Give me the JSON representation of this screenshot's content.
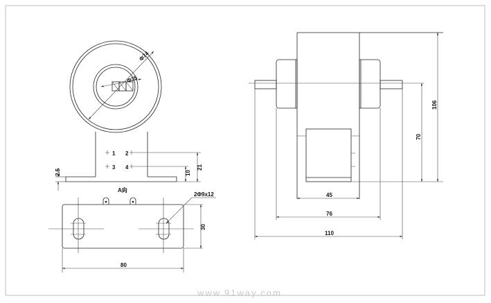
{
  "front_view": {
    "dia_outer": "Φ74",
    "dia_inner": "Φ35",
    "terminals": [
      "1",
      "2",
      "3",
      "4"
    ],
    "dim_21": "21",
    "dim_10": "10",
    "dim_2_5": "2.5"
  },
  "bottom_view": {
    "title": "A向",
    "slot_note": "2Φ9x12",
    "dim_width": "80",
    "dim_height": "30"
  },
  "side_view": {
    "dim_45": "45",
    "dim_76": "76",
    "dim_110": "110",
    "dim_70": "70",
    "dim_106": "106"
  },
  "watermark": "www.91way.com"
}
